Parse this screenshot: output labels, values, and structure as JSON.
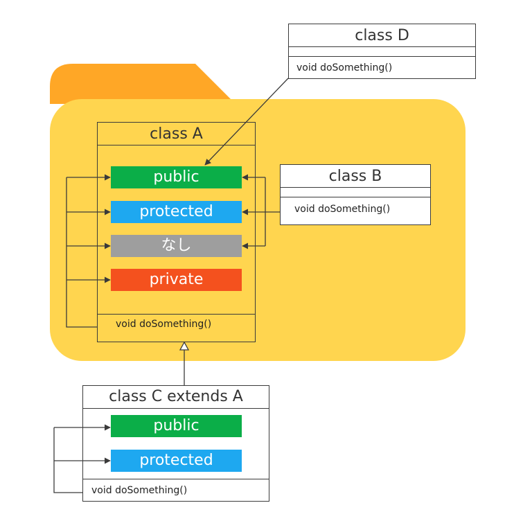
{
  "colors": {
    "folder_body": "#FFD54F",
    "folder_tab": "#FFA726",
    "public": "#0BAE48",
    "protected": "#1EA8F0",
    "none": "#9E9E9E",
    "private": "#F4511E",
    "line": "#3A3A3A"
  },
  "folder": {
    "icon": "folder-icon"
  },
  "class_a": {
    "title": "class A",
    "members": {
      "public": "public",
      "protected": "protected",
      "none": "なし",
      "private": "private"
    },
    "method": "void doSomething()"
  },
  "class_b": {
    "title": "class B",
    "method": "void doSomething()"
  },
  "class_c": {
    "title": "class C extends A",
    "members": {
      "public": "public",
      "protected": "protected"
    },
    "method": "void doSomething()"
  },
  "class_d": {
    "title": "class D",
    "method": "void doSomething()"
  }
}
